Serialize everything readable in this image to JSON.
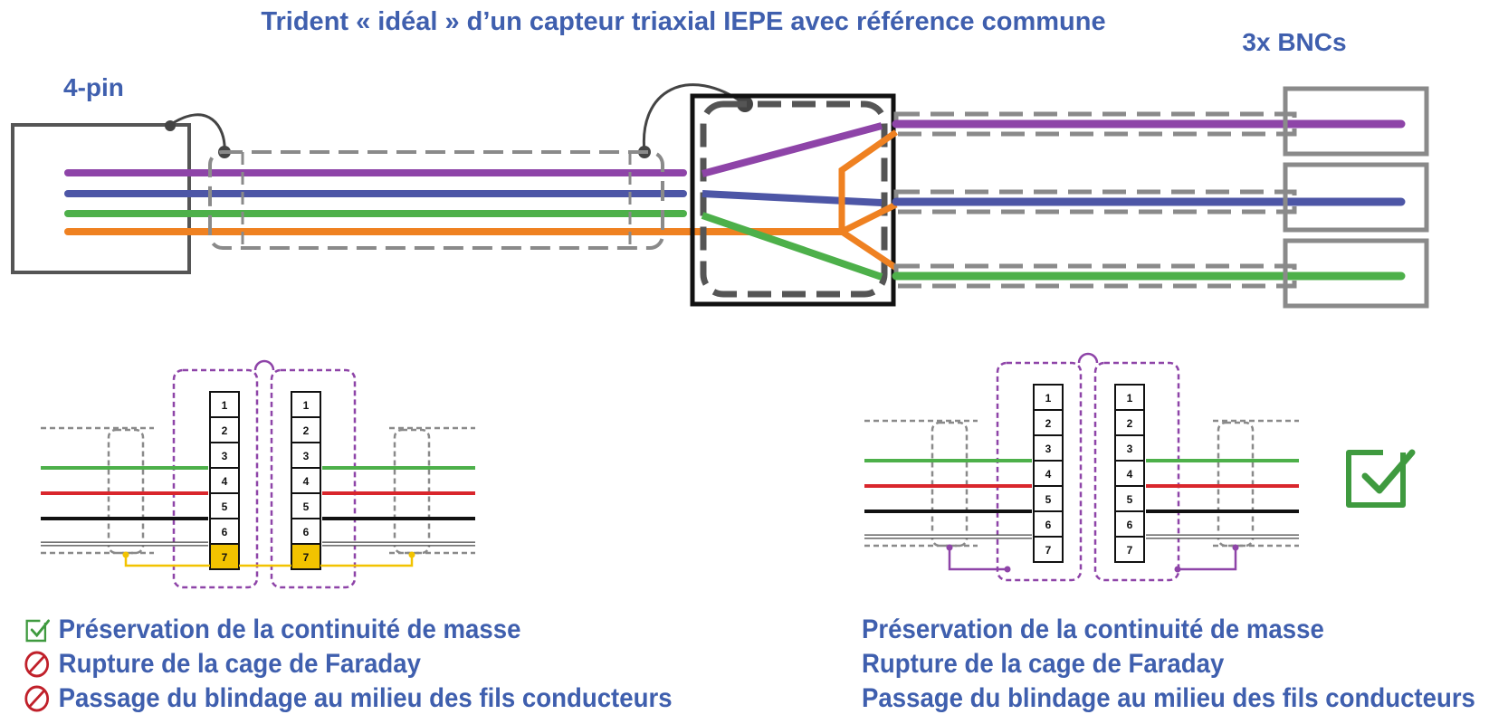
{
  "title": "Trident « idéal » d’un capteur triaxial IEPE avec référence commune",
  "connector_left_label": "4-pin",
  "connector_right_label": "3x BNCs",
  "pins": [
    "1",
    "2",
    "3",
    "4",
    "5",
    "6",
    "7"
  ],
  "wire_colors": {
    "purple": "#8e44a8",
    "blue": "#4d56a6",
    "green": "#4db04a",
    "orange": "#ef8121",
    "red": "#d9262c",
    "black": "#111111",
    "yellow": "#f2c300",
    "shield": "#8a8a8a",
    "text": "#3f5fae"
  },
  "left_legend": [
    {
      "icon": "check-icon",
      "text": "Préservation de la continuité de masse"
    },
    {
      "icon": "forbidden-icon",
      "text": "Rupture de la cage de Faraday"
    },
    {
      "icon": "forbidden-icon",
      "text": "Passage du blindage au milieu des fils conducteurs"
    }
  ],
  "right_legend": [
    {
      "text": "Préservation de la continuité de masse"
    },
    {
      "text": "Rupture de la cage de Faraday"
    },
    {
      "text": "Passage du blindage au milieu des fils conducteurs"
    }
  ]
}
